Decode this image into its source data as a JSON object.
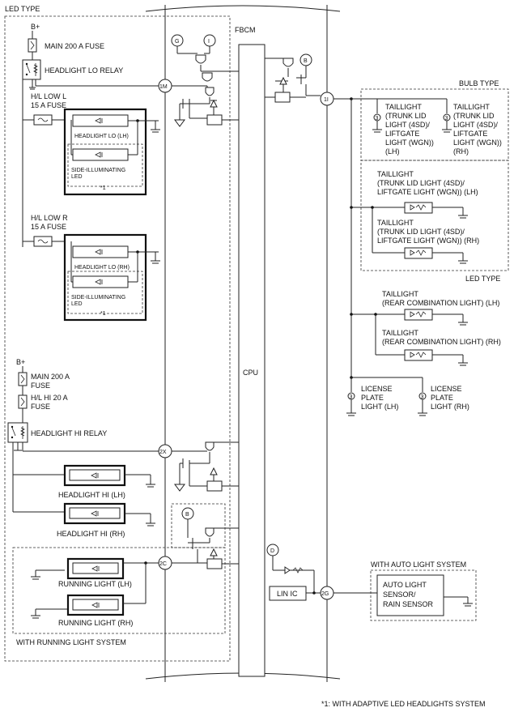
{
  "labels": {
    "led_type_top": "LED TYPE",
    "fbcm": "FBCM",
    "bplus_1": "B+",
    "main_fuse_1": "MAIN 200 A FUSE",
    "headlight_lo_relay": "HEADLIGHT LO RELAY",
    "hl_low_l": "H/L LOW L",
    "hl_low_l_fuse": "15 A FUSE",
    "headlight_lo_lh": "HEADLIGHT LO (LH)",
    "side_illum_1a": "SIDE-ILLUMINATING",
    "side_illum_1b": "LED",
    "note_mark_1": "*1",
    "hl_low_r": "H/L LOW R",
    "hl_low_r_fuse": "15 A FUSE",
    "headlight_lo_rh": "HEADLIGHT LO (RH)",
    "side_illum_2a": "SIDE-ILLUMINATING",
    "side_illum_2b": "LED",
    "note_mark_2": "*1",
    "bplus_2": "B+",
    "main_fuse_2a": "MAIN 200 A",
    "main_fuse_2b": "FUSE",
    "hl_hi_fuse_a": "H/L HI 20 A",
    "hl_hi_fuse_b": "FUSE",
    "headlight_hi_relay": "HEADLIGHT HI RELAY",
    "headlight_hi_lh": "HEADLIGHT HI (LH)",
    "headlight_hi_rh": "HEADLIGHT HI (RH)",
    "running_light_lh": "RUNNING LIGHT (LH)",
    "running_light_rh": "RUNNING LIGHT (RH)",
    "with_running_light": "WITH RUNNING LIGHT SYSTEM",
    "cpu": "CPU",
    "lin_ic": "LIN IC",
    "bulb_type": "BULB TYPE",
    "bulb_lh": [
      "TAILLIGHT",
      "(TRUNK LID",
      "LIGHT (4SD)/",
      "LIFTGATE",
      "LIGHT (WGN))",
      "(LH)"
    ],
    "bulb_rh": [
      "TAILLIGHT",
      "(TRUNK LID",
      "LIGHT (4SD)/",
      "LIFTGATE",
      "LIGHT (WGN))",
      "(RH)"
    ],
    "led_tail_lh": [
      "TAILLIGHT",
      "(TRUNK LID LIGHT (4SD)/",
      "LIFTGATE LIGHT (WGN)) (LH)"
    ],
    "led_tail_rh": [
      "TAILLIGHT",
      "(TRUNK LID LIGHT (4SD)/",
      "LIFTGATE LIGHT (WGN)) (RH)"
    ],
    "led_type_right": "LED TYPE",
    "rear_comb_lh": [
      "TAILLIGHT",
      "(REAR COMBINATION LIGHT) (LH)"
    ],
    "rear_comb_rh": [
      "TAILLIGHT",
      "(REAR COMBINATION LIGHT) (RH)"
    ],
    "license_lh": [
      "LICENSE",
      "PLATE",
      "LIGHT (LH)"
    ],
    "license_rh": [
      "LICENSE",
      "PLATE",
      "LIGHT (RH)"
    ],
    "with_auto_light": "WITH AUTO LIGHT SYSTEM",
    "auto_sensor": [
      "AUTO LIGHT",
      "SENSOR/",
      "RAIN SENSOR"
    ],
    "footnote": "*1: WITH ADAPTIVE LED HEADLIGHTS SYSTEM"
  },
  "connectors": {
    "c1m": "1M",
    "c1i": "1I",
    "c2x": "2X",
    "c2c": "2C",
    "c2g": "2G",
    "g": "G",
    "i": "I",
    "b1": "B",
    "b2": "B",
    "d": "D",
    "m3": [
      "3",
      "3",
      "3",
      "3"
    ]
  }
}
